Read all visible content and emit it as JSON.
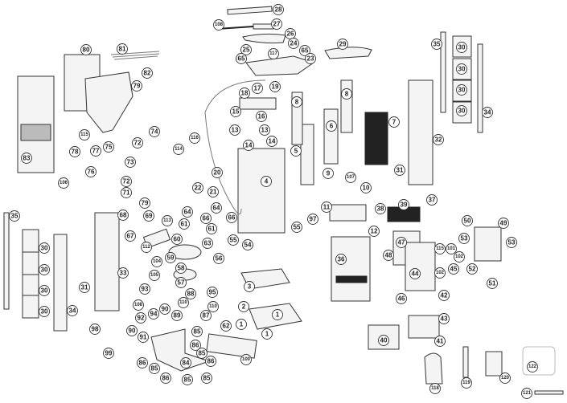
{
  "diagram": {
    "callouts": [
      "28",
      "108",
      "27",
      "26",
      "25",
      "24",
      "65",
      "117",
      "65",
      "23",
      "29",
      "80",
      "81",
      "82",
      "79",
      "18",
      "17",
      "19",
      "15",
      "16",
      "8",
      "8",
      "6",
      "7",
      "35",
      "30",
      "30",
      "30",
      "30",
      "34",
      "32",
      "31",
      "5",
      "83",
      "115",
      "78",
      "77",
      "75",
      "74",
      "72",
      "114",
      "116",
      "13",
      "13",
      "14",
      "14",
      "73",
      "76",
      "106",
      "72",
      "71",
      "20",
      "22",
      "21",
      "4",
      "9",
      "107",
      "10",
      "37",
      "11",
      "38",
      "39",
      "97",
      "12",
      "55",
      "35",
      "30",
      "30",
      "30",
      "30",
      "34",
      "33",
      "31",
      "79",
      "68",
      "69",
      "67",
      "64",
      "66",
      "64",
      "66",
      "113",
      "61",
      "61",
      "60",
      "63",
      "112",
      "59",
      "55",
      "54",
      "104",
      "56",
      "58",
      "105",
      "57",
      "3",
      "93",
      "95",
      "88",
      "108",
      "110",
      "110",
      "2",
      "1",
      "1",
      "1",
      "94",
      "90",
      "92",
      "89",
      "87",
      "90",
      "98",
      "85",
      "62",
      "91",
      "99",
      "86",
      "85",
      "84",
      "86",
      "85",
      "86",
      "86",
      "85",
      "85",
      "100",
      "36",
      "47",
      "48",
      "115",
      "101",
      "102",
      "44",
      "102",
      "45",
      "50",
      "49",
      "53",
      "53",
      "52",
      "51",
      "46",
      "42",
      "43",
      "40",
      "41",
      "118",
      "119",
      "120",
      "122",
      "121"
    ]
  }
}
